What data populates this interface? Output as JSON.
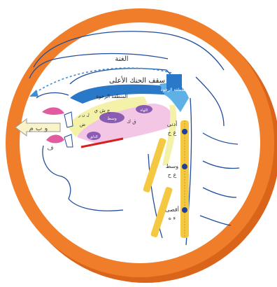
{
  "colors": {
    "orange_ring": "#f07d2a",
    "orange_dark": "#d9641a",
    "disc_bg": "#ffffff",
    "outline_blue": "#1f4e9c",
    "nasal_dotted": "#3a8fd6",
    "palate_blue": "#2a78c8",
    "soft_palate_blue": "#5fb0e6",
    "tongue_pink": "#f3c6e6",
    "tongue_yellow": "#f4f2a8",
    "lip_pink": "#e25aa0",
    "muscle_yellow": "#f5c842",
    "muscle_stripe": "#c9961b",
    "marker_blue": "#1f3f9a",
    "region_purple": "#8a5db2",
    "arrow_yellow": "#f8f4c8",
    "red_line": "#d62020"
  },
  "labels": {
    "nasal": "الغنة",
    "hard_palate": "سقف الحنك الأعلى",
    "soft_region": "المنطقة الرخوة",
    "soft_region_2": "المنطقة الرخوة",
    "lips": "و ب م",
    "lower_lip": "ف",
    "throat_top": "أدنى",
    "throat_top_letters": "غ خ",
    "throat_mid": "وسط",
    "throat_mid_letters": "ع ح",
    "throat_low_letters": "ء ه",
    "throat_low": "أقصى",
    "tongue_tip": "الذلق",
    "tongue_mid": "وسط",
    "letters_a": "ج ش ي",
    "letters_b": "ق ك",
    "letters_c": "ض",
    "letters_d": "ل ن ر",
    "uvula": "اللهاة"
  }
}
